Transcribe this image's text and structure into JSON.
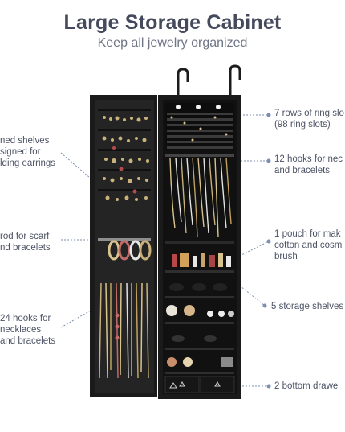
{
  "header": {
    "title": "Large Storage Cabinet",
    "subtitle": "Keep all jewelry organized"
  },
  "callouts": {
    "earring_shelves": [
      "ned shelves",
      "signed for",
      "lding earrings"
    ],
    "scarf_rod": [
      "rod for scarf",
      "nd bracelets"
    ],
    "necklace_hooks_left": [
      "24 hooks for",
      "necklaces",
      "and bracelets"
    ],
    "ring_slots": [
      "7 rows of ring slo",
      "(98 ring slots)"
    ],
    "necklace_hooks_right": [
      "12 hooks for nec",
      "and bracelets"
    ],
    "pouch": [
      "1 pouch for mak",
      "cotton and cosm",
      "brush"
    ],
    "storage_shelves": [
      "5 storage shelves"
    ],
    "bottom_drawers": [
      "2 bottom drawe"
    ]
  },
  "colors": {
    "cabinet": "#1a1a1a",
    "cabinet_edge": "#2c2c2c",
    "callout_line": "#7d8fb0",
    "text": "#4e5466",
    "title": "#444a5c"
  }
}
